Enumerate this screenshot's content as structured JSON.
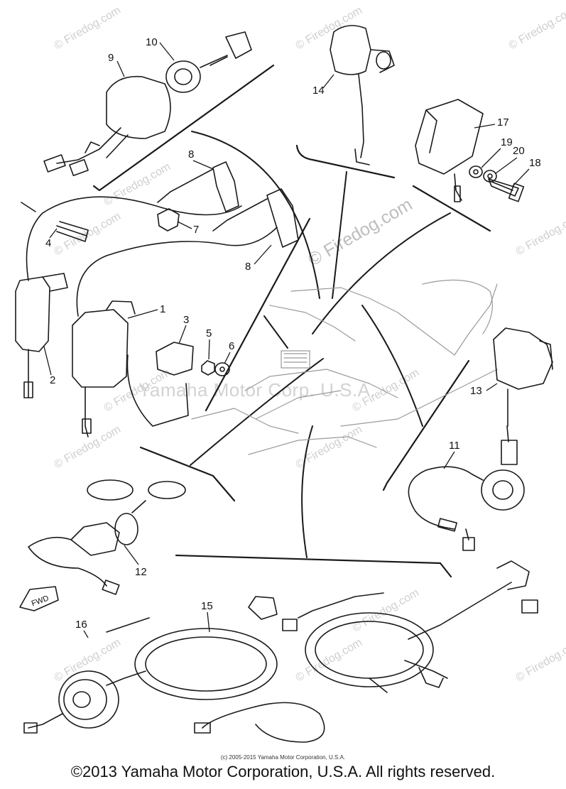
{
  "diagram": {
    "callouts": [
      "1",
      "2",
      "3",
      "4",
      "5",
      "6",
      "7",
      "8",
      "8",
      "9",
      "10",
      "11",
      "12",
      "13",
      "14",
      "15",
      "16",
      "17",
      "18",
      "19",
      "20"
    ],
    "fwd_label": "FWD",
    "watermarks": {
      "corner": "© Firedog.com",
      "center": "© Firedog.com",
      "corporation": "Yamaha Motor Corp. U.S.A."
    }
  },
  "footer": {
    "small_copyright": "(c) 2005-2015 Yamaha Motor Corporation, U.S.A.",
    "main_copyright": "©2013 Yamaha Motor Corporation, U.S.A. All rights reserved."
  }
}
